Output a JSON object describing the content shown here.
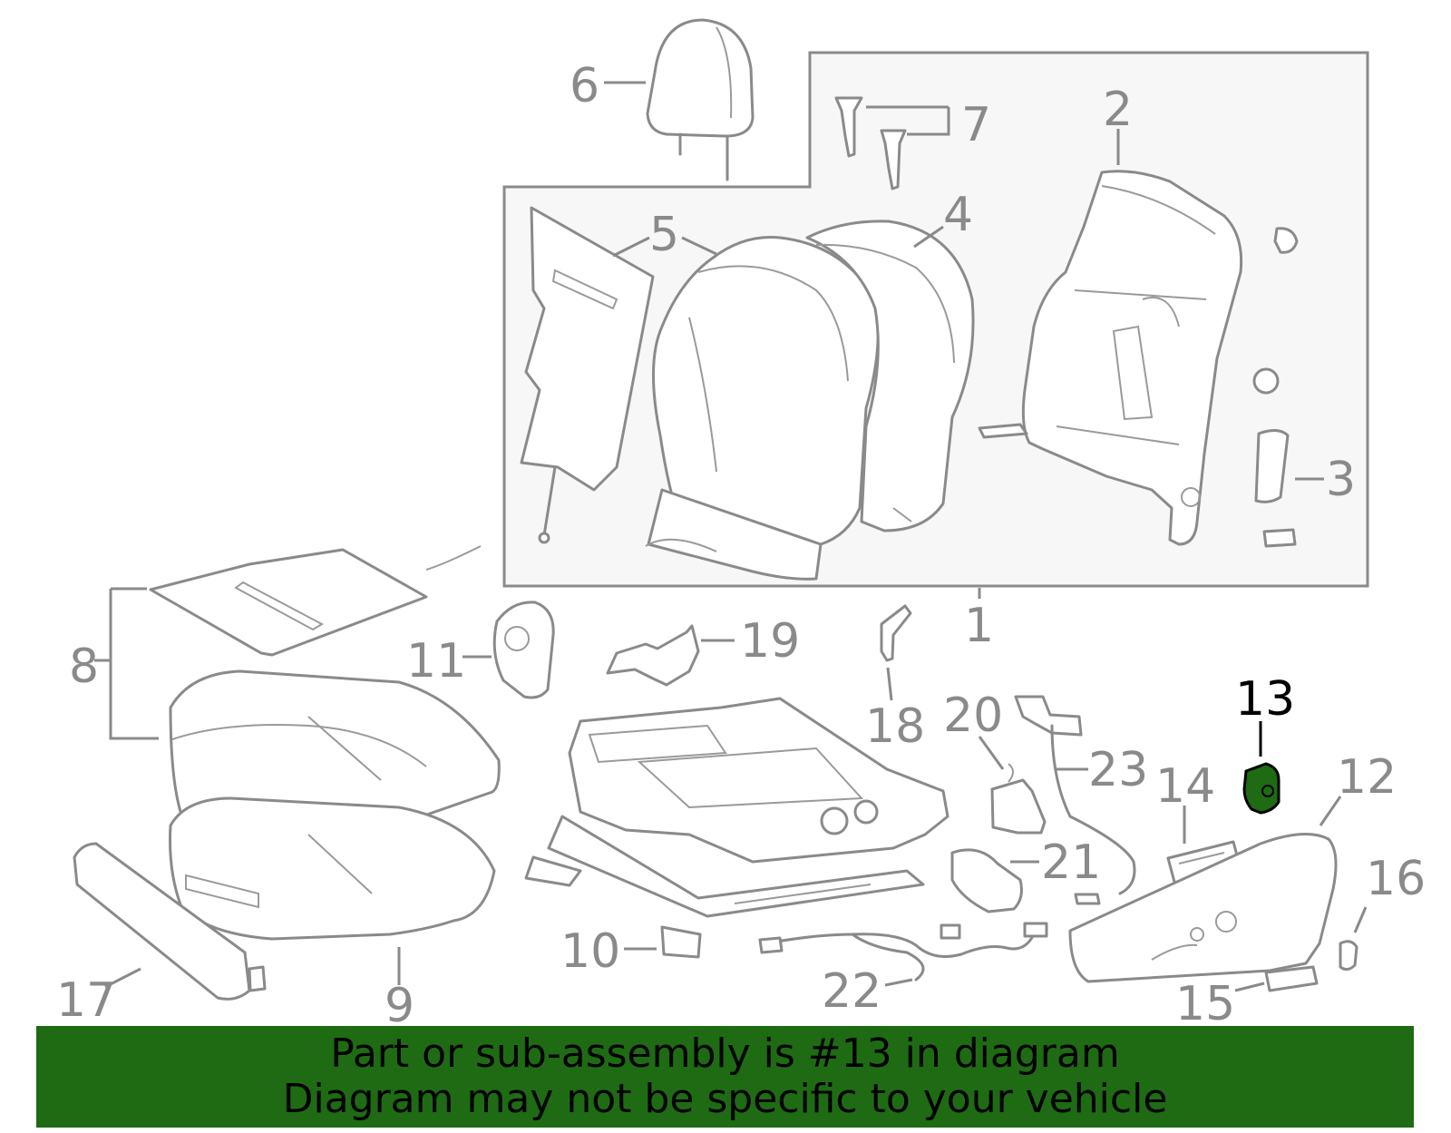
{
  "callouts": {
    "c1": "1",
    "c2": "2",
    "c3": "3",
    "c4": "4",
    "c5": "5",
    "c6": "6",
    "c7": "7",
    "c8": "8",
    "c9": "9",
    "c10": "10",
    "c11": "11",
    "c12": "12",
    "c13": "13",
    "c14": "14",
    "c15": "15",
    "c16": "16",
    "c17": "17",
    "c18": "18",
    "c19": "19",
    "c20": "20",
    "c21": "21",
    "c22": "22",
    "c23": "23"
  },
  "highlight": {
    "part": "13",
    "color": "#1e6b14"
  },
  "colors": {
    "line": "#8a8a8a",
    "banner": "#1e6b14",
    "box_fill": "#f7f7f7"
  },
  "banner": {
    "line1": "Part or sub-assembly is #13 in diagram",
    "line2": "Diagram may not be specific to your vehicle"
  }
}
